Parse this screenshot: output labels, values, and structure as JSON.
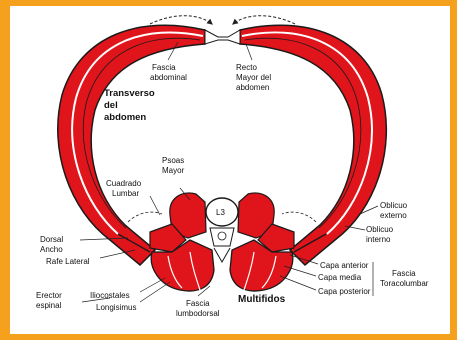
{
  "labels": {
    "fascia_abdominal": [
      "Fascia",
      "abdominal"
    ],
    "recto_mayor": [
      "Recto",
      "Mayor del",
      "abdomen"
    ],
    "transverso": [
      "Transverso",
      "del",
      "abdomen"
    ],
    "psoas": [
      "Psoas",
      "Mayor"
    ],
    "cuadrado": [
      "Cuadrado",
      "Lumbar"
    ],
    "vertebra": "L3",
    "oblicuo_externo": [
      "Oblicuo",
      "externo"
    ],
    "oblicuo_interno": [
      "Oblicuo",
      "interno"
    ],
    "dorsal": [
      "Dorsal",
      "Ancho"
    ],
    "rafe": "Rafe Lateral",
    "erector": [
      "Erector",
      "espinal"
    ],
    "iliocostales": "Iliocostales",
    "longisimus": "Longisimus",
    "fascia_lumbodorsal": [
      "Fascia",
      "lumbodorsal"
    ],
    "multifidos": "Multifidos",
    "capa_anterior": "Capa anterior",
    "capa_media": "Capa media",
    "capa_posterior": "Capa posterior",
    "fascia_toracolumbar": [
      "Fascia",
      "Toracolumbar"
    ]
  },
  "colors": {
    "frame": "#f5a11d",
    "muscle": "#e0141b",
    "outline": "#1a1a1a"
  }
}
